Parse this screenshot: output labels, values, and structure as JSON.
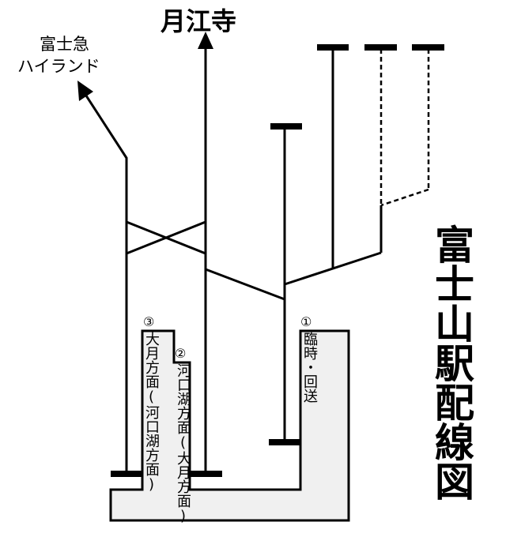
{
  "title": "富士山駅配線図",
  "destinations": {
    "top": "月江寺",
    "left_line1": "富士急",
    "left_line2": "ハイランド"
  },
  "platforms": [
    {
      "number": "③",
      "label": "大月方面(河口湖方面)"
    },
    {
      "number": "②",
      "label": "河口湖方面(大月方面)"
    },
    {
      "number": "①",
      "label": "臨時・回送"
    }
  ],
  "colors": {
    "platform_fill": "#f0f0f0",
    "track": "#000000"
  }
}
